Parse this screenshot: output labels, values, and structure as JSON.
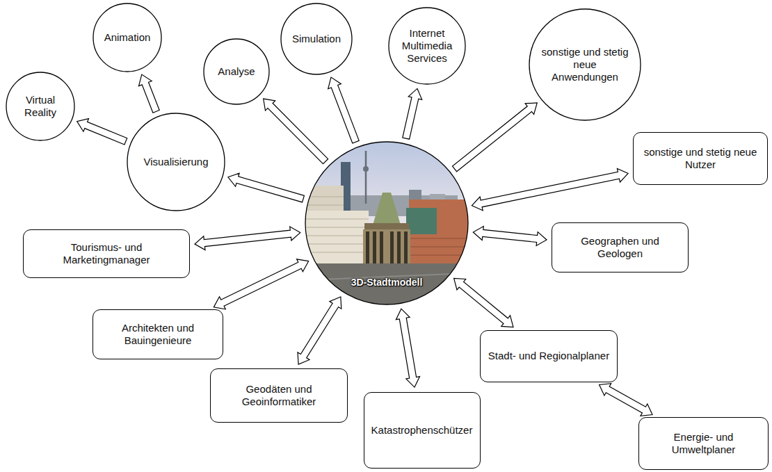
{
  "diagram": {
    "nodes": [
      {
        "text": [
          "Animation"
        ]
      },
      {
        "text": [
          "Simulation"
        ]
      },
      {
        "text": [
          "Internet Multimedia Services"
        ]
      },
      {
        "text": [
          "sonstige und stetig neue Anwendungen"
        ]
      },
      {
        "text": [
          "Analyse"
        ]
      },
      {
        "text": [
          "Virtual Reality"
        ]
      },
      {
        "text": [
          "Visualisierung"
        ]
      },
      {
        "text": [
          "sonstige und stetig neue Nutzer"
        ]
      },
      {
        "text": [
          "3D-Stadtmodell"
        ]
      },
      {
        "text": [
          "Tourismus- und Marketingmanager"
        ]
      },
      {
        "text": [
          "Geographen und Geologen"
        ]
      },
      {
        "text": [
          "Architekten und Bauingenieure"
        ]
      },
      {
        "text": [
          "Stadt- und Regionalplaner"
        ]
      },
      {
        "text": [
          "Geodäten und Geoinformatiker"
        ]
      },
      {
        "text": [
          "Katastrophenschützer"
        ]
      },
      {
        "text": [
          "Energie- und Umweltplaner"
        ]
      }
    ],
    "edges": [
      {
        "from": 8,
        "to": 6,
        "arrow": "to"
      },
      {
        "from": 6,
        "to": 0,
        "arrow": "to"
      },
      {
        "from": 6,
        "to": 5,
        "arrow": "to"
      },
      {
        "from": 8,
        "to": 4,
        "arrow": "to"
      },
      {
        "from": 8,
        "to": 1,
        "arrow": "to"
      },
      {
        "from": 8,
        "to": 2,
        "arrow": "to"
      },
      {
        "from": 8,
        "to": 3,
        "arrow": "to"
      },
      {
        "from": 8,
        "to": 7,
        "arrow": "both"
      },
      {
        "from": 8,
        "to": 10,
        "arrow": "both"
      },
      {
        "from": 8,
        "to": 12,
        "arrow": "both"
      },
      {
        "from": 12,
        "to": 15,
        "arrow": "both"
      },
      {
        "from": 8,
        "to": 14,
        "arrow": "both"
      },
      {
        "from": 8,
        "to": 13,
        "arrow": "both"
      },
      {
        "from": 8,
        "to": 11,
        "arrow": "both"
      },
      {
        "from": 8,
        "to": 9,
        "arrow": "both"
      }
    ]
  }
}
